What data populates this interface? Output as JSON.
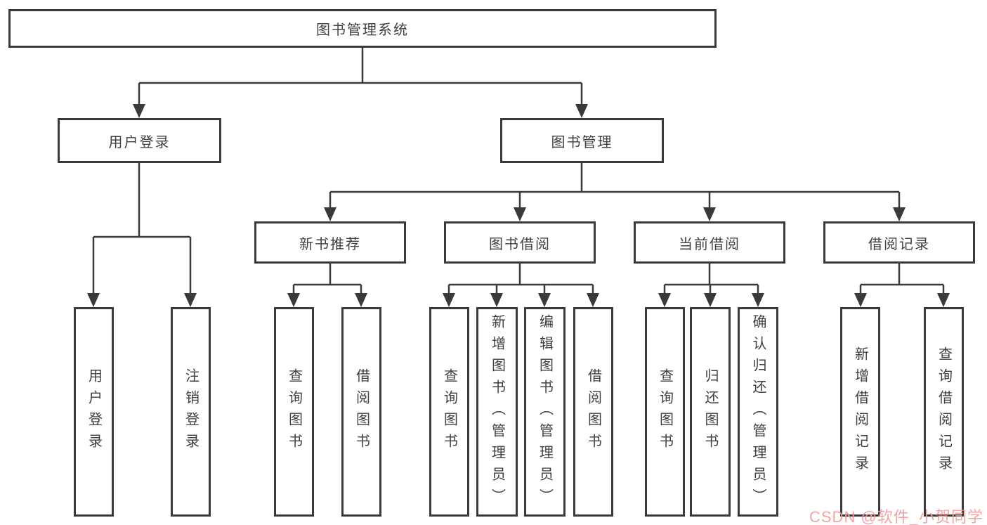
{
  "tree": {
    "root": {
      "label": "图书管理系统"
    },
    "branches": [
      {
        "label": "用户登录",
        "children": [
          {
            "label": "用户登录"
          },
          {
            "label": "注销登录"
          }
        ]
      },
      {
        "label": "图书管理",
        "children": [
          {
            "label": "新书推荐",
            "children": [
              {
                "label": "查询图书"
              },
              {
                "label": "借阅图书"
              }
            ]
          },
          {
            "label": "图书借阅",
            "children": [
              {
                "label": "查询图书"
              },
              {
                "label": "新增图书（管理员）"
              },
              {
                "label": "编辑图书（管理员）"
              },
              {
                "label": "借阅图书"
              }
            ]
          },
          {
            "label": "当前借阅",
            "children": [
              {
                "label": "查询图书"
              },
              {
                "label": "归还图书"
              },
              {
                "label": "确认归还（管理员）"
              }
            ]
          },
          {
            "label": "借阅记录",
            "children": [
              {
                "label": "新增借阅记录"
              },
              {
                "label": "查询借阅记录"
              }
            ]
          }
        ]
      }
    ]
  },
  "colors": {
    "line": "#3a3a3a",
    "text": "#3f3f3f",
    "watermark": "#f19a9a"
  },
  "watermark": {
    "text": "CSDN @软件_小贺同学"
  }
}
